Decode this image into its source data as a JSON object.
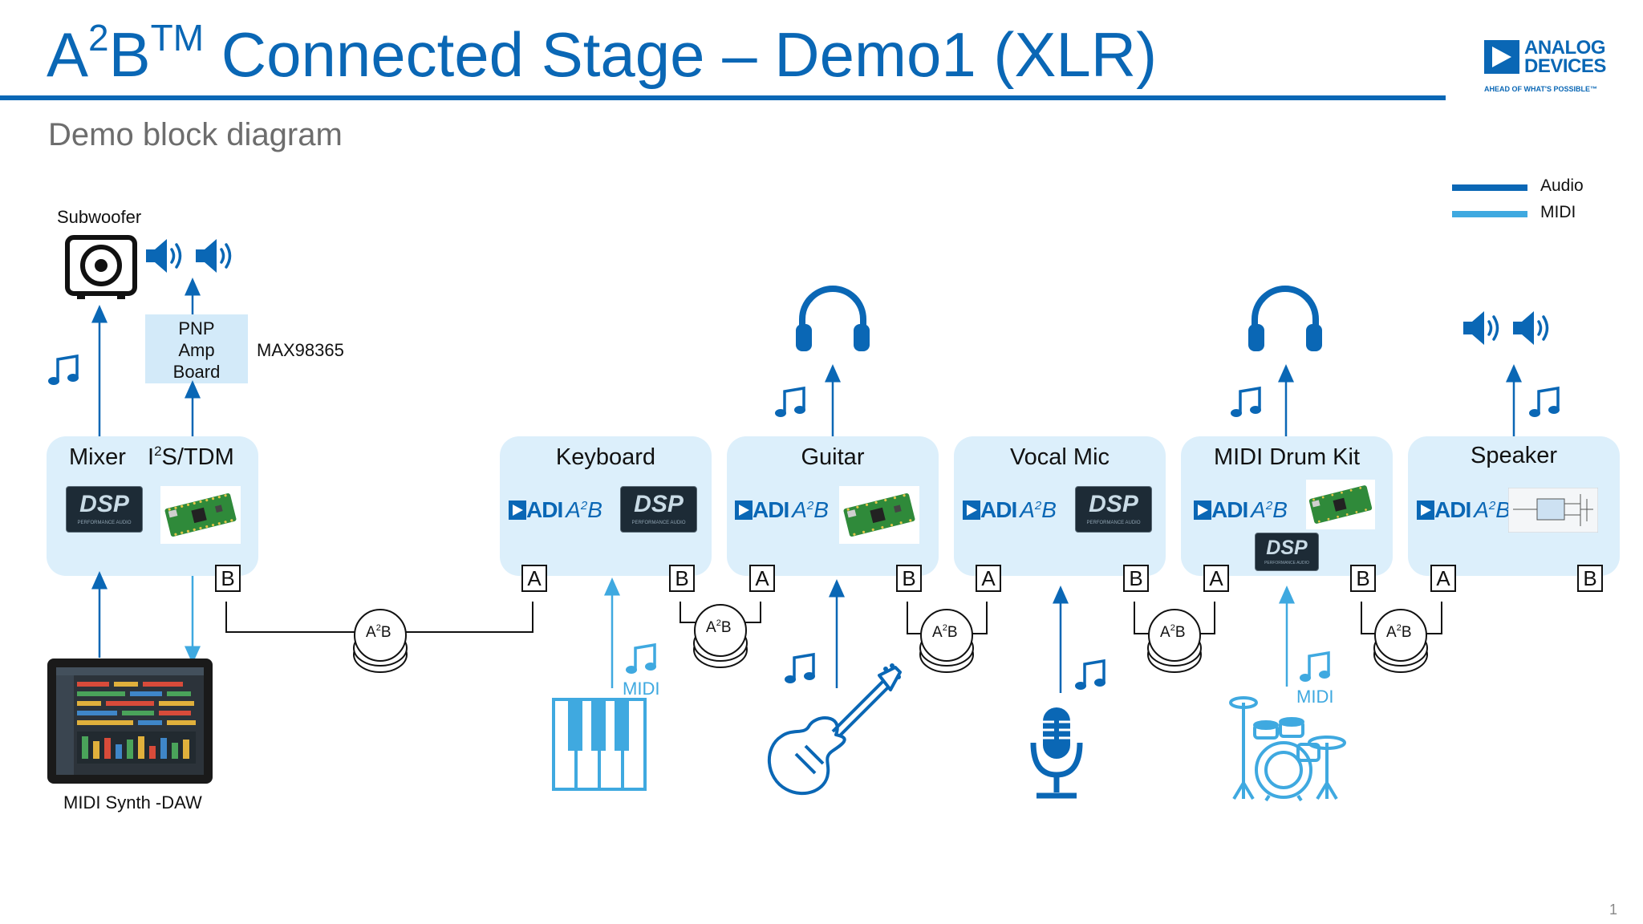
{
  "header": {
    "title_a": "A",
    "title_sup1": "2",
    "title_b": "B",
    "title_tm": "TM",
    "title_rest": " Connected Stage – Demo1 (XLR)",
    "subtitle": "Demo block diagram"
  },
  "logo": {
    "line1": "ANALOG",
    "line2": "DEVICES",
    "tagline": "AHEAD OF WHAT'S POSSIBLE™"
  },
  "legend": {
    "audio": "Audio",
    "midi": "MIDI",
    "audio_color": "#0a67b5",
    "midi_color": "#3fa9e0"
  },
  "labels": {
    "subwoofer": "Subwoofer",
    "pnp_line1": "PNP",
    "pnp_line2": "Amp",
    "pnp_line3": "Board",
    "max": "MAX98365",
    "mixer": "Mixer",
    "i2s_a": "I",
    "i2s_sup": "2",
    "i2s_b": "S/TDM",
    "daw": "MIDI Synth -DAW",
    "midi_kb": "MIDI",
    "midi_drum": "MIDI"
  },
  "nodes": {
    "keyboard": "Keyboard",
    "guitar": "Guitar",
    "vocal": "Vocal Mic",
    "drum": "MIDI Drum Kit",
    "speaker": "Speaker"
  },
  "badges": {
    "dsp": "DSP",
    "dsp_sub": "PERFORMANCE AUDIO",
    "adi": "ADI",
    "a2b_a": "A",
    "a2b_sup": "2",
    "a2b_b": "B"
  },
  "terminals": {
    "a": "A",
    "b": "B"
  },
  "a2b_label": {
    "a": "A",
    "sup": "2",
    "b": "B"
  },
  "page": {
    "number": "1"
  }
}
